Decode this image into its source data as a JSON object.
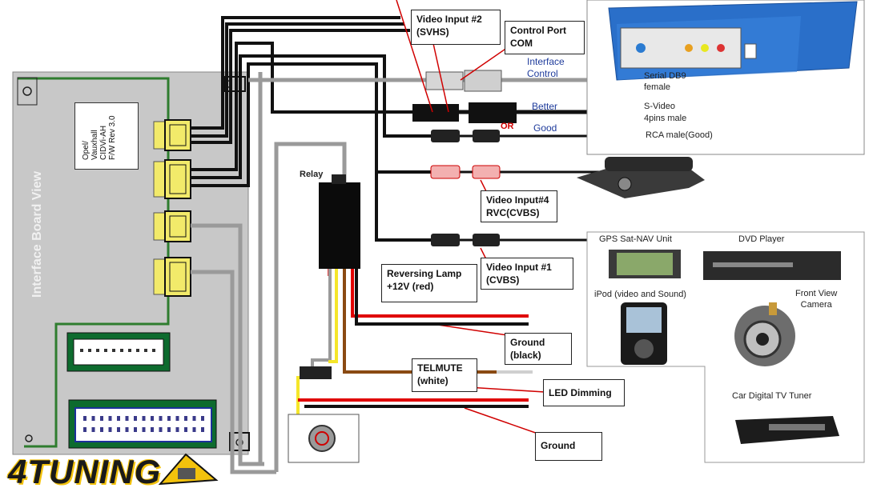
{
  "board": {
    "title": "Interface Board View",
    "firmware_lines": [
      "Opel/",
      "Vauxhall",
      "CIDVi-AH",
      "F/W Rev 3.0"
    ]
  },
  "callouts": {
    "video2": [
      "Video Input #2",
      "(SVHS)"
    ],
    "control": [
      "Control Port",
      "COM"
    ],
    "video4": [
      "Video Input#4",
      "RVC(CVBS)"
    ],
    "video1": [
      "Video Input #1",
      "(CVBS)"
    ],
    "reversing": [
      "Reversing Lamp",
      "+12V (red)"
    ],
    "ground1": [
      "Ground",
      "(black)"
    ],
    "telmute": [
      "TELMUTE",
      "(white)"
    ],
    "led": "LED Dimming",
    "ground2": "Ground"
  },
  "labels": {
    "relay": "Relay",
    "interface_control": [
      "Interface",
      "Control"
    ],
    "better": "Better",
    "or": "OR",
    "good": "Good",
    "serial": [
      "Serial DB9",
      "female"
    ],
    "svideo": [
      "S-Video",
      "4pins male"
    ],
    "rca": "RCA male(Good)"
  },
  "sources": {
    "gps": "GPS Sat-NAV Unit",
    "dvd": "DVD Player",
    "ipod": "iPod (video and Sound)",
    "front_camera": [
      "Front View",
      "Camera"
    ],
    "tv": "Car Digital TV Tuner"
  },
  "brand": {
    "logo": "4TUNING"
  },
  "colors": {
    "board": "#c8c8c8",
    "board_border": "#2f7d2f",
    "connector": "#f2ea6a",
    "wire_gray": "#9a9a9a",
    "wire_black": "#111111",
    "wire_red": "#e00000",
    "wire_brown": "#8a4a12",
    "wire_yellow": "#f5e62a",
    "device_blue": "#2a6fc9",
    "brand_yellow": "#f3c20c"
  }
}
